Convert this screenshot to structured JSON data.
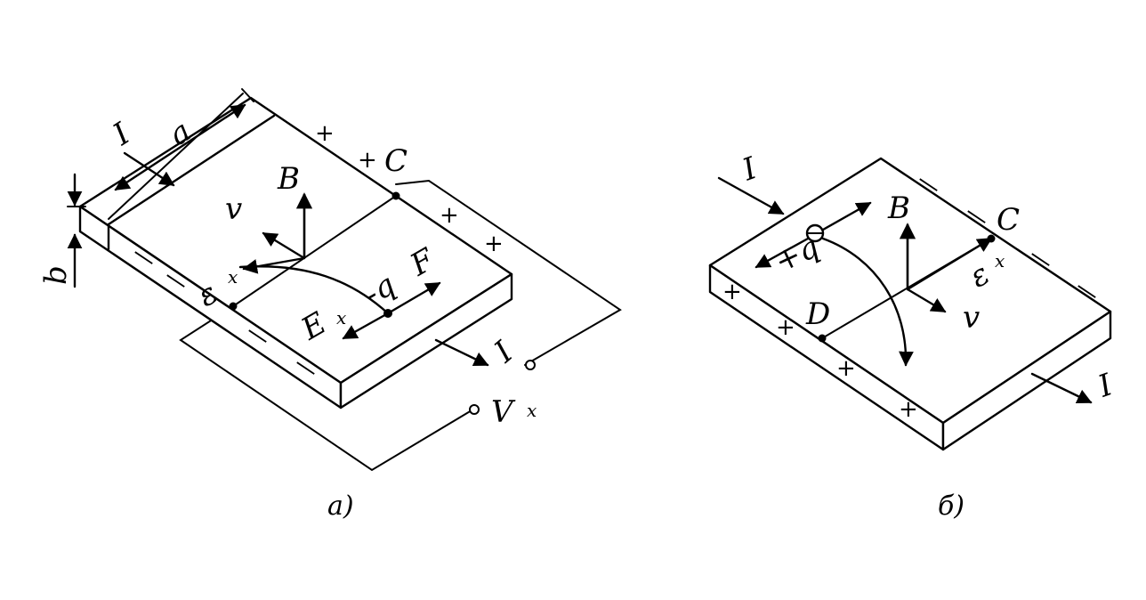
{
  "figure_a": {
    "caption": "a)",
    "labels": {
      "current": "I",
      "length": "a",
      "thickness": "b",
      "magnetic_field": "B",
      "velocity": "v",
      "charge": "-q",
      "force": "F",
      "electric_force": "E",
      "electric_force_sub": "x",
      "electric_field": "ε",
      "electric_field_sub": "x",
      "point_c": "C",
      "voltage": "V",
      "voltage_sub": "x",
      "plus_sign": "+",
      "minus_sign": "—"
    }
  },
  "figure_b": {
    "caption": "б)",
    "labels": {
      "current_in": "I",
      "current_out": "I",
      "magnetic_field": "B",
      "velocity": "v",
      "charge": "+q",
      "electric_field": "ε",
      "electric_field_sub": "x",
      "point_c": "C",
      "point_d": "D",
      "plus_sign": "+",
      "minus_sign": "—"
    }
  }
}
